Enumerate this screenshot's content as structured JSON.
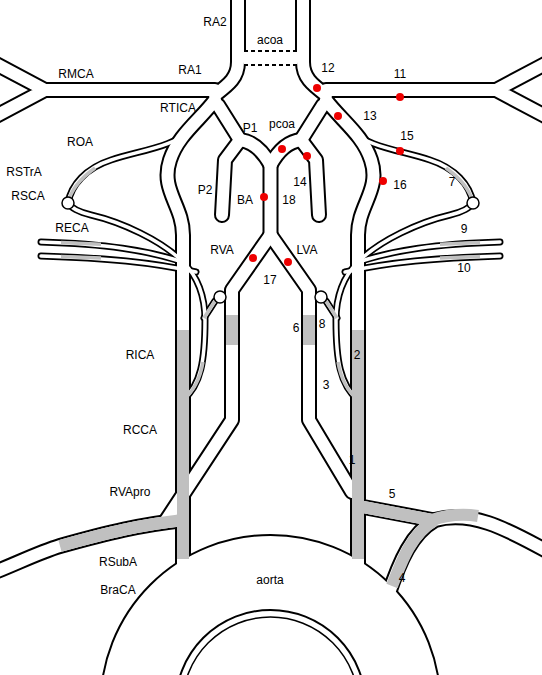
{
  "diagram": {
    "labels": [
      "RA2",
      "acoa",
      "RMCA",
      "RA1",
      "12",
      "11",
      "RTICA",
      "13",
      "P1",
      "pcoa",
      "ROA",
      "15",
      "14",
      "RSTrA",
      "P2",
      "16",
      "7",
      "RSCA",
      "BA",
      "18",
      "RECA",
      "9",
      "10",
      "RVA",
      "LVA",
      "17",
      "6",
      "8",
      "RICA",
      "2",
      "3",
      "RCCA",
      "1",
      "RVApro",
      "5",
      "RSubA",
      "4",
      "BraCA",
      "aorta"
    ]
  }
}
